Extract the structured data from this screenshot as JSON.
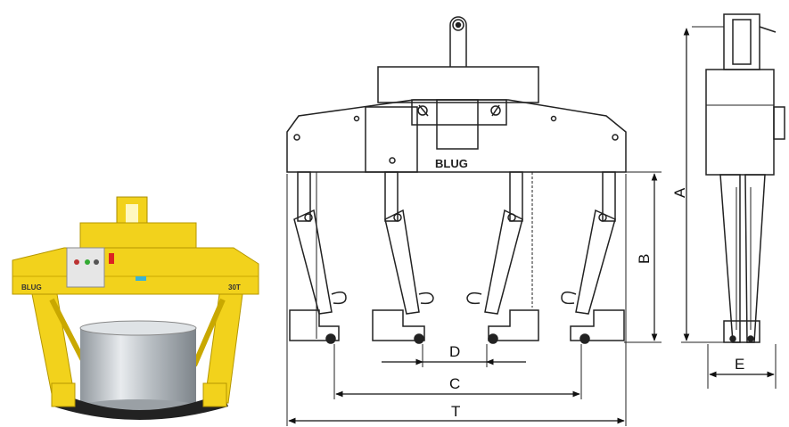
{
  "photo": {
    "brand_text": "BLUG",
    "capacity_text": "30T",
    "colors": {
      "machine": "#f2d21c",
      "machine_dark": "#c9a800",
      "drum": "#c8ccd0",
      "cabinet": "#e6e6e6"
    }
  },
  "front_view": {
    "brand_text": "BLUG",
    "dimensions": {
      "d": "D",
      "c": "C",
      "t": "T",
      "b": "B"
    }
  },
  "side_view": {
    "dimensions": {
      "a": "A",
      "e": "E"
    }
  }
}
